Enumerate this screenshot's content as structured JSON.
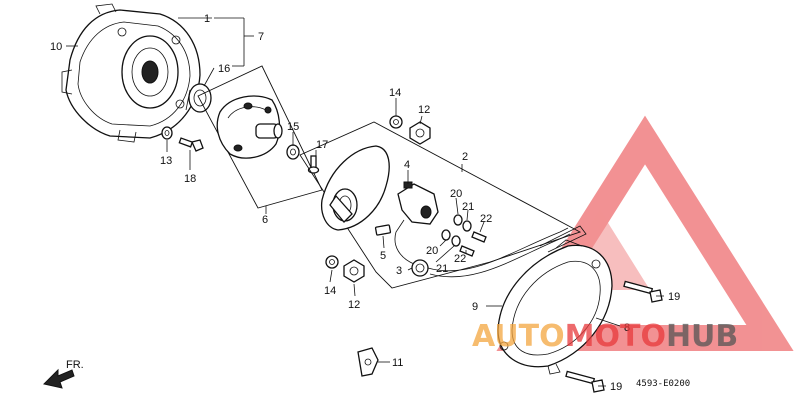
{
  "diagram": {
    "drawing_code": "4593-E0200",
    "front_label": "FR.",
    "callouts": [
      {
        "id": "c1",
        "text": "1"
      },
      {
        "id": "c2",
        "text": "2"
      },
      {
        "id": "c3",
        "text": "3"
      },
      {
        "id": "c4",
        "text": "4"
      },
      {
        "id": "c5",
        "text": "5"
      },
      {
        "id": "c6",
        "text": "6"
      },
      {
        "id": "c7",
        "text": "7"
      },
      {
        "id": "c8",
        "text": "8"
      },
      {
        "id": "c9",
        "text": "9"
      },
      {
        "id": "c10",
        "text": "10"
      },
      {
        "id": "c11",
        "text": "11"
      },
      {
        "id": "c12a",
        "text": "12"
      },
      {
        "id": "c12b",
        "text": "12"
      },
      {
        "id": "c13",
        "text": "13"
      },
      {
        "id": "c14a",
        "text": "14"
      },
      {
        "id": "c14b",
        "text": "14"
      },
      {
        "id": "c15",
        "text": "15"
      },
      {
        "id": "c16",
        "text": "16"
      },
      {
        "id": "c17",
        "text": "17"
      },
      {
        "id": "c18",
        "text": "18"
      },
      {
        "id": "c19a",
        "text": "19"
      },
      {
        "id": "c19b",
        "text": "19"
      },
      {
        "id": "c20a",
        "text": "20"
      },
      {
        "id": "c20b",
        "text": "20"
      },
      {
        "id": "c21a",
        "text": "21"
      },
      {
        "id": "c21b",
        "text": "21"
      },
      {
        "id": "c22a",
        "text": "22"
      },
      {
        "id": "c22b",
        "text": "22"
      }
    ]
  },
  "watermark": {
    "part1": "AUTO",
    "part2": "MOTO",
    "part3": "HUB",
    "color_red": "#e8393b",
    "color_orange": "#f4a640",
    "color_dark": "#555555"
  }
}
